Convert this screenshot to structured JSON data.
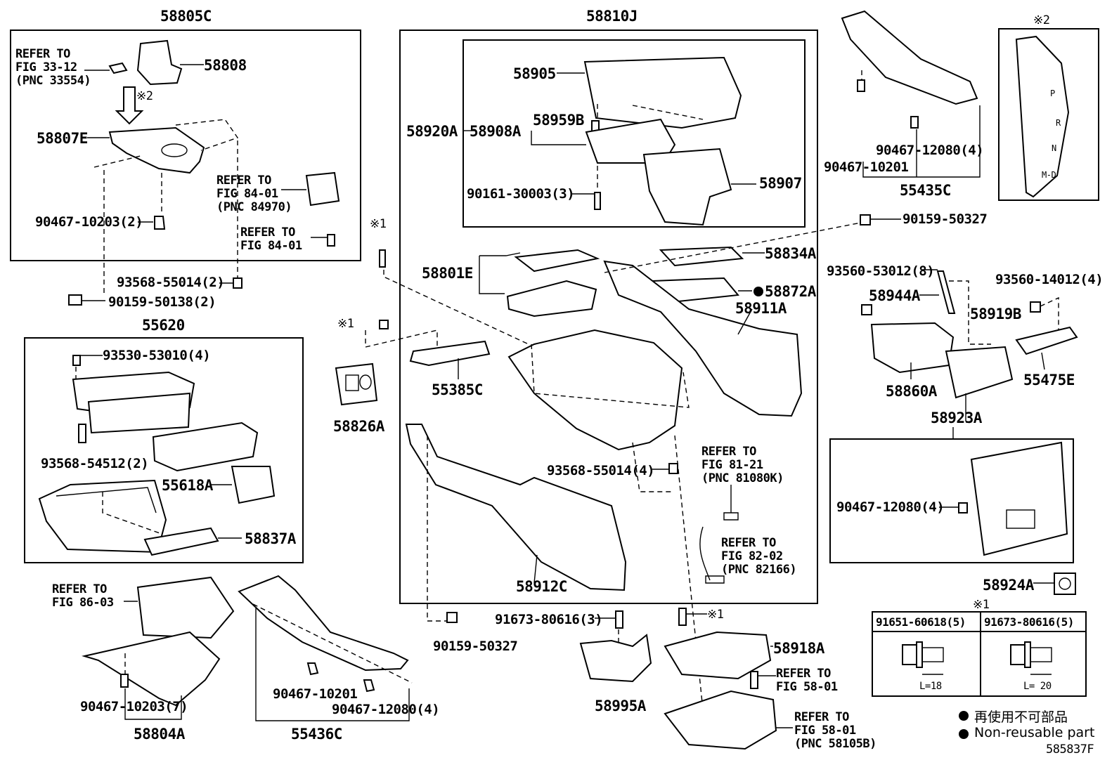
{
  "titles": {
    "p58805C": "58805C",
    "p58810J": "58810J",
    "p55620": "55620",
    "star2": "※2",
    "star1": "※1"
  },
  "labels": {
    "p58808": "58808",
    "p58807E": "58807E",
    "p90467_10203_2": "90467-10203(2)",
    "p93568_55014_2": "93568-55014(2)",
    "p90159_50138_2": "90159-50138(2)",
    "p93530_53010_4": "93530-53010(4)",
    "p93568_54512_2": "93568-54512(2)",
    "p55618A": "55618A",
    "p58837A": "58837A",
    "p58804A": "58804A",
    "p90467_10203_7": "90467-10203(7)",
    "p55436C": "55436C",
    "p90467_10201_a": "90467-10201",
    "p90467_12080_4_a": "90467-12080(4)",
    "p58826A": "58826A",
    "p58905": "58905",
    "p58920A": "58920A",
    "p58908A": "58908A",
    "p58959B": "58959B",
    "p58907": "58907",
    "p90161_30003_3": "90161-30003(3)",
    "p58801E": "58801E",
    "p58834A": "58834A",
    "p58872A": "58872A",
    "p58911A": "58911A",
    "p55385C": "55385C",
    "p93568_55014_4": "93568-55014(4)",
    "p58912C": "58912C",
    "p90159_50327_a": "90159-50327",
    "p90159_50327_b": "90159-50327",
    "p91673_80616_3": "91673-80616(3)",
    "p58995A": "58995A",
    "p58918A": "58918A",
    "p90467_12080_4_b": "90467-12080(4)",
    "p90467_10201_b": "90467-10201",
    "p55435C": "55435C",
    "p93560_53012_8": "93560-53012(8)",
    "p58944A": "58944A",
    "p58919B": "58919B",
    "p93560_14012_4": "93560-14012(4)",
    "p58860A": "58860A",
    "p55475E": "55475E",
    "p58923A": "58923A",
    "p90467_12080_4_c": "90467-12080(4)",
    "p58924A": "58924A",
    "figno": "585837F"
  },
  "refers": {
    "r1": "REFER TO\nFIG 33-12\n(PNC 33554)",
    "r2": "REFER TO\nFIG 84-01\n(PNC 84970)",
    "r3": "REFER TO\nFIG 84-01",
    "r4": "REFER TO\nFIG 86-03",
    "r5": "REFER TO\nFIG 81-21\n(PNC 81080K)",
    "r6": "REFER TO\nFIG 82-02\n(PNC 82166)",
    "r7": "REFER TO\nFIG 58-01",
    "r8": "REFER TO\nFIG 58-01\n(PNC 58105B)"
  },
  "shift_gate": [
    "P",
    "R",
    "N",
    "M-D"
  ],
  "fastener_table": {
    "headers": [
      "91651-60618(5)",
      "91673-80616(5)"
    ],
    "lengths": [
      "L=18",
      "L= 20"
    ]
  },
  "legend": {
    "ja": "再使用不可部品",
    "en": "Non-reusable part"
  }
}
